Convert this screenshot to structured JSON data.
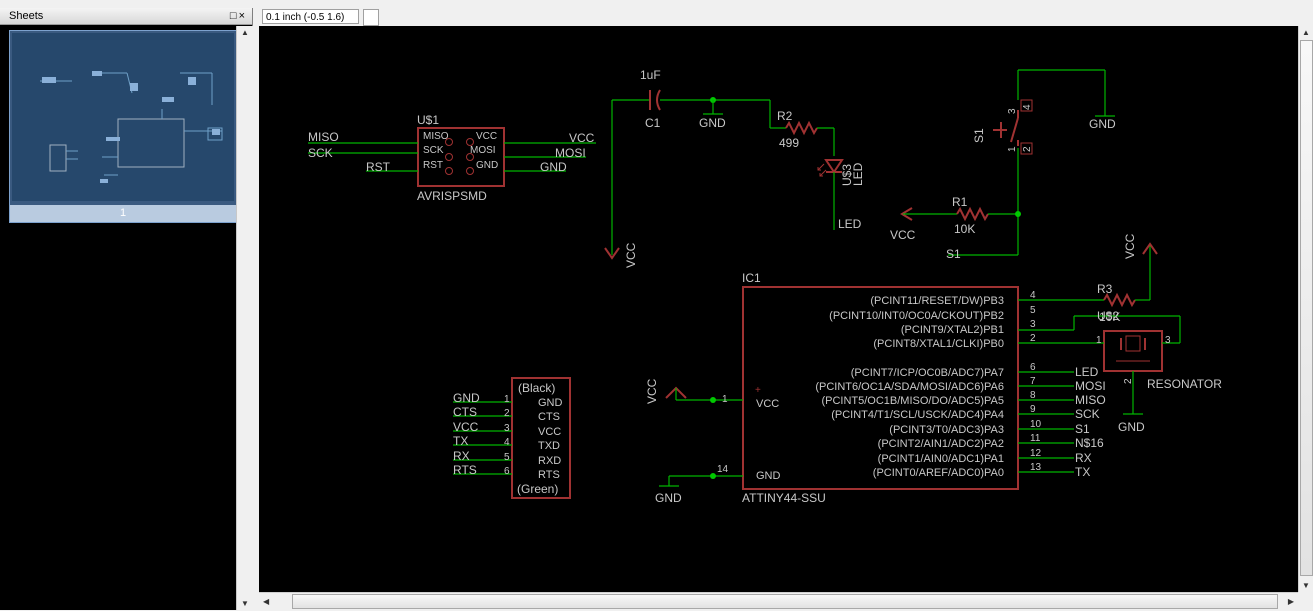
{
  "sheets_panel": {
    "title": "Sheets",
    "header_buttons": "□×",
    "sheet": {
      "label": "1"
    }
  },
  "toolbar": {
    "grid_coord": "0.1 inch (-0.5 1.6)"
  },
  "schematic": {
    "isp": {
      "name": "U$1",
      "value": "AVRISPSMD",
      "pins": [
        "MISO",
        "SCK",
        "RST",
        "VCC",
        "MOSI",
        "GND"
      ],
      "nets": [
        "MISO",
        "SCK",
        "RST",
        "VCC",
        "MOSI",
        "GND"
      ]
    },
    "cap": {
      "value": "1uF",
      "name": "C1",
      "gnd": "GND",
      "vcc": "VCC"
    },
    "r2": {
      "name": "R2",
      "value": "499"
    },
    "led": {
      "name": "U$3",
      "value": "LED",
      "net": "LED"
    },
    "switch": {
      "name": "S1",
      "pins": [
        "3",
        "4",
        "1",
        "2"
      ],
      "gnd": "GND"
    },
    "r1": {
      "name": "R1",
      "value": "10K",
      "vcc": "VCC",
      "net": "S1"
    },
    "r3": {
      "name": "R3",
      "value": "10K",
      "vcc": "VCC"
    },
    "resonator": {
      "name": "U$2",
      "value": "RESONATOR",
      "pins": [
        "1",
        "3",
        "2"
      ],
      "gnd": "GND"
    },
    "mcu": {
      "name": "IC1",
      "value": "ATTINY44-SSU",
      "vcc_pin": "VCC",
      "gnd_pin": "GND",
      "vcc_num": "1",
      "gnd_num": "14",
      "vcc_net": "VCC",
      "gnd_net": "GND",
      "plus": "+",
      "pins": [
        {
          "label": "(PCINT11/RESET/DW)PB3",
          "num": "4",
          "net": ""
        },
        {
          "label": "(PCINT10/INT0/OC0A/CKOUT)PB2",
          "num": "5",
          "net": ""
        },
        {
          "label": "(PCINT9/XTAL2)PB1",
          "num": "3",
          "net": ""
        },
        {
          "label": "(PCINT8/XTAL1/CLKI)PB0",
          "num": "2",
          "net": ""
        },
        {
          "label": "(PCINT7/ICP/OC0B/ADC7)PA7",
          "num": "6",
          "net": "LED"
        },
        {
          "label": "(PCINT6/OC1A/SDA/MOSI/ADC6)PA6",
          "num": "7",
          "net": "MOSI"
        },
        {
          "label": "(PCINT5/OC1B/MISO/DO/ADC5)PA5",
          "num": "8",
          "net": "MISO"
        },
        {
          "label": "(PCINT4/T1/SCL/USCK/ADC4)PA4",
          "num": "9",
          "net": "SCK"
        },
        {
          "label": "(PCINT3/T0/ADC3)PA3",
          "num": "10",
          "net": "S1"
        },
        {
          "label": "(PCINT2/AIN1/ADC2)PA2",
          "num": "11",
          "net": "N$16"
        },
        {
          "label": "(PCINT1/AIN0/ADC1)PA1",
          "num": "12",
          "net": "RX"
        },
        {
          "label": "(PCINT0/AREF/ADC0)PA0",
          "num": "13",
          "net": "TX"
        }
      ]
    },
    "ftdi": {
      "top": "(Black)",
      "bottom": "(Green)",
      "pins": [
        {
          "net": "GND",
          "num": "1",
          "label": "GND"
        },
        {
          "net": "CTS",
          "num": "2",
          "label": "CTS"
        },
        {
          "net": "VCC",
          "num": "3",
          "label": "VCC"
        },
        {
          "net": "TX",
          "num": "4",
          "label": "TXD"
        },
        {
          "net": "RX",
          "num": "5",
          "label": "RXD"
        },
        {
          "net": "RTS",
          "num": "6",
          "label": "RTS"
        }
      ]
    }
  },
  "colors": {
    "background": "#000000",
    "part_outline": "#a03232",
    "wire": "#00c800",
    "text": "#c8c8c8",
    "selection": "#b9cbe0"
  }
}
